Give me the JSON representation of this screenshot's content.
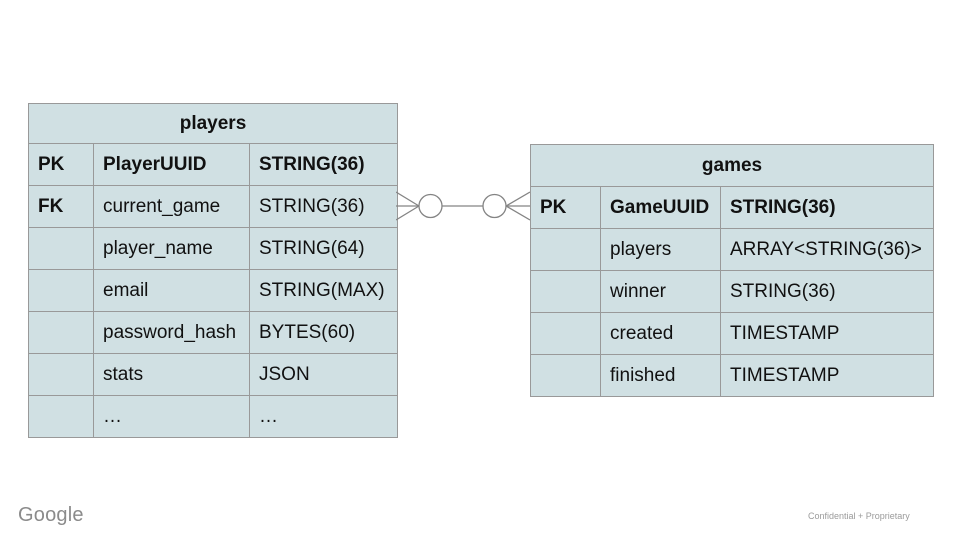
{
  "colors": {
    "cell_fill": "#d0e0e3",
    "cell_border": "#999999",
    "connector_stroke": "#848484",
    "text": "#111111",
    "footer_gray": "#8b8b8b"
  },
  "tables": {
    "players": {
      "title": "players",
      "rows": [
        {
          "key": "PK",
          "name": "PlayerUUID",
          "type": "STRING(36)"
        },
        {
          "key": "FK",
          "name": "current_game",
          "type": "STRING(36)"
        },
        {
          "key": "",
          "name": "player_name",
          "type": "STRING(64)"
        },
        {
          "key": "",
          "name": "email",
          "type": "STRING(MAX)"
        },
        {
          "key": "",
          "name": "password_hash",
          "type": "BYTES(60)"
        },
        {
          "key": "",
          "name": "stats",
          "type": "JSON"
        },
        {
          "key": "",
          "name": "…",
          "type": "…"
        }
      ]
    },
    "games": {
      "title": "games",
      "rows": [
        {
          "key": "PK",
          "name": "GameUUID",
          "type": "STRING(36)"
        },
        {
          "key": "",
          "name": "players",
          "type": "ARRAY<STRING(36)>"
        },
        {
          "key": "",
          "name": "winner",
          "type": "STRING(36)"
        },
        {
          "key": "",
          "name": "created",
          "type": "TIMESTAMP"
        },
        {
          "key": "",
          "name": "finished",
          "type": "TIMESTAMP"
        }
      ]
    }
  },
  "relationship": {
    "from": "players.current_game",
    "to": "games.GameUUID",
    "left_end": "zero-or-many",
    "right_end": "zero-or-many"
  },
  "footer": {
    "brand": "Google",
    "note": "Confidential + Proprietary"
  }
}
